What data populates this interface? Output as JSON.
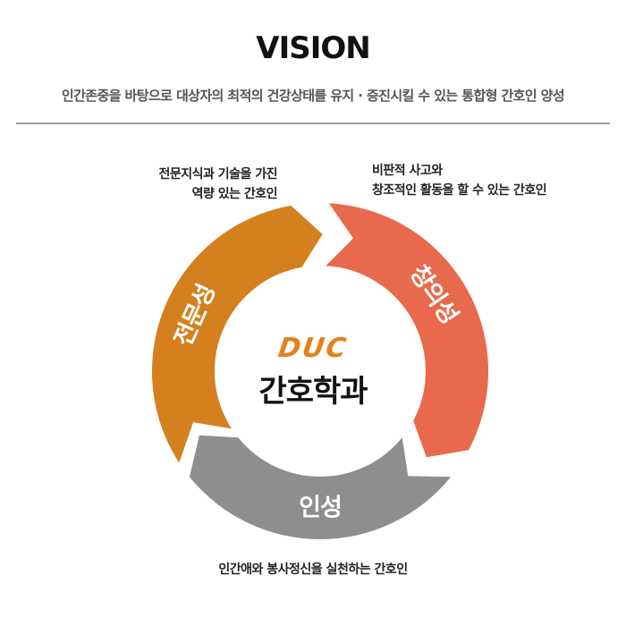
{
  "header": {
    "title": "VISION",
    "subtitle": "인간존중을 바탕으로 대상자의 최적의 건강상태를 유지 · 증진시킬 수 있는 통합형 간호인 양성"
  },
  "cycle": {
    "center": {
      "logo": "DUC",
      "name": "간호학과"
    },
    "segments": [
      {
        "label": "전문성",
        "color": "#d4801e",
        "caption": [
          "전문지식과 기술을 가진",
          "역량 있는 간호인"
        ]
      },
      {
        "label": "창의성",
        "color": "#e8694c",
        "caption": [
          "비판적 사고와",
          "창조적인 활동을 할 수 있는 간호인"
        ]
      },
      {
        "label": "인성",
        "color": "#8e8e8e",
        "caption": [
          "인간애와 봉사정신을 실천하는 간호인"
        ]
      }
    ]
  }
}
